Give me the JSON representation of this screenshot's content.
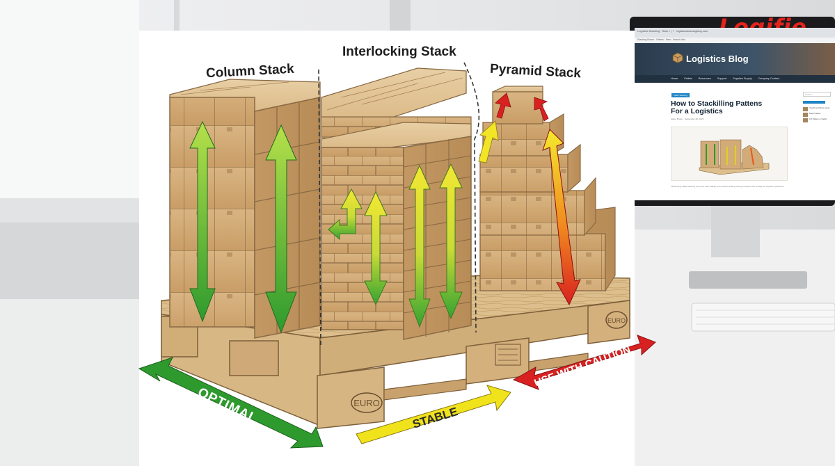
{
  "infographic": {
    "stack_labels": {
      "column": "Column Stack",
      "interlocking": "Interlocking Stack",
      "pyramid": "Pyramid Stack"
    },
    "ratings": {
      "optimal": "OPTIMAL",
      "stable": "STABLE",
      "caution": "USE WITH CAUTION"
    },
    "pallet_marks": {
      "euro_left": "EURO",
      "euro_right": "EURO"
    },
    "colors": {
      "optimal": "#2e9a2e",
      "stable": "#eadf1d",
      "caution": "#d92121",
      "box": "#d2ab78",
      "box_edge": "#8a6a44",
      "pallet": "#dcbf8c"
    }
  },
  "brand": {
    "logo": "Logifie",
    "logo_color": "#e3231c"
  },
  "monitor": {
    "tab_text": "Logistics Stacking · Stab × | +",
    "address": "logisticsstackingblog.com",
    "bookmarks": "Stacking Boxes · Pallets · New · Search Ads",
    "site_title": "Logistics Blog",
    "nav": [
      "Home",
      "Pallets",
      "Resources",
      "Support",
      "Supplies Supply",
      "Company Contact"
    ],
    "tag": "Pallet Stacking",
    "post_title": "How to Stackilling Pattens For a Logistics",
    "post_meta": "Aaron Brown · September 28, 2023",
    "search_placeholder": "Search...",
    "sidebar_items": [
      "Stacking Pallets Ideas",
      "Build Pallets",
      "Fill Pallets & Safely"
    ],
    "body_text": "Interlocking pallet stacking improves load stability and reduces shifting during transport and storage for logistics operations."
  }
}
